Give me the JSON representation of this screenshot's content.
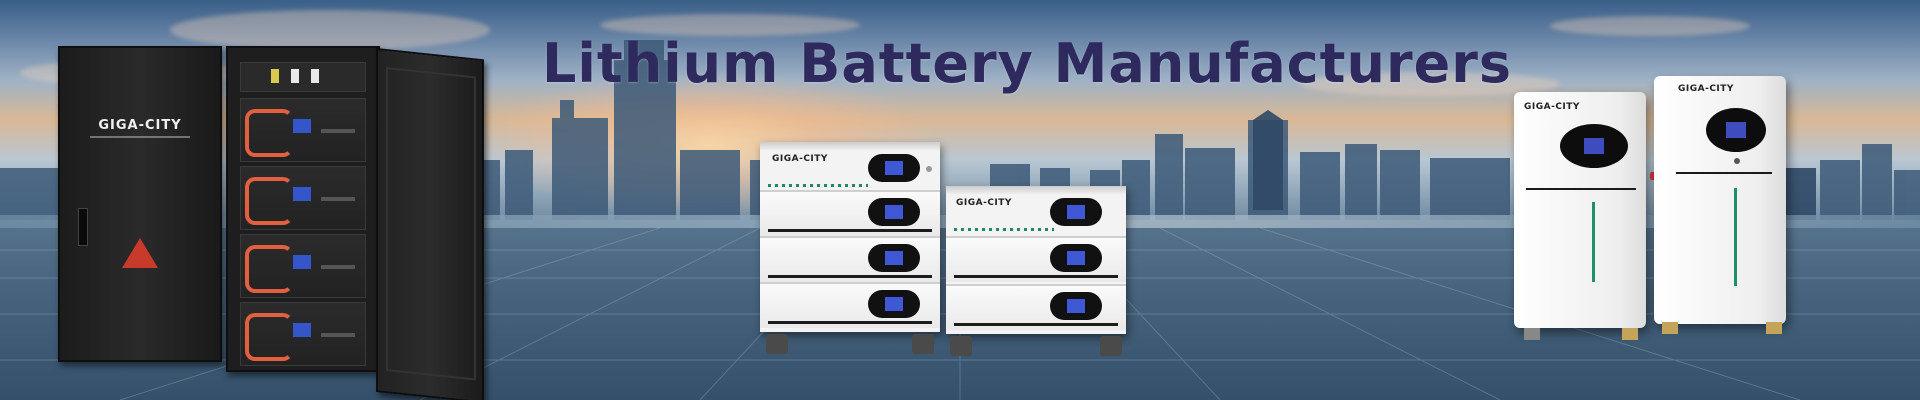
{
  "banner": {
    "title": "Lithium Battery Manufacturers"
  },
  "products": {
    "cabinet": {
      "brand": "GIGA-CITY"
    },
    "stack_left": {
      "brand": "GIGA-CITY"
    },
    "stack_right": {
      "brand": "GIGA-CITY"
    },
    "wall_left": {
      "brand": "GIGA-CITY"
    },
    "wall_right": {
      "brand": "GIGA-CITY"
    }
  },
  "colors": {
    "title": "#2e2a5e",
    "display": "#3f58d6",
    "led": "#1f8a5a"
  }
}
